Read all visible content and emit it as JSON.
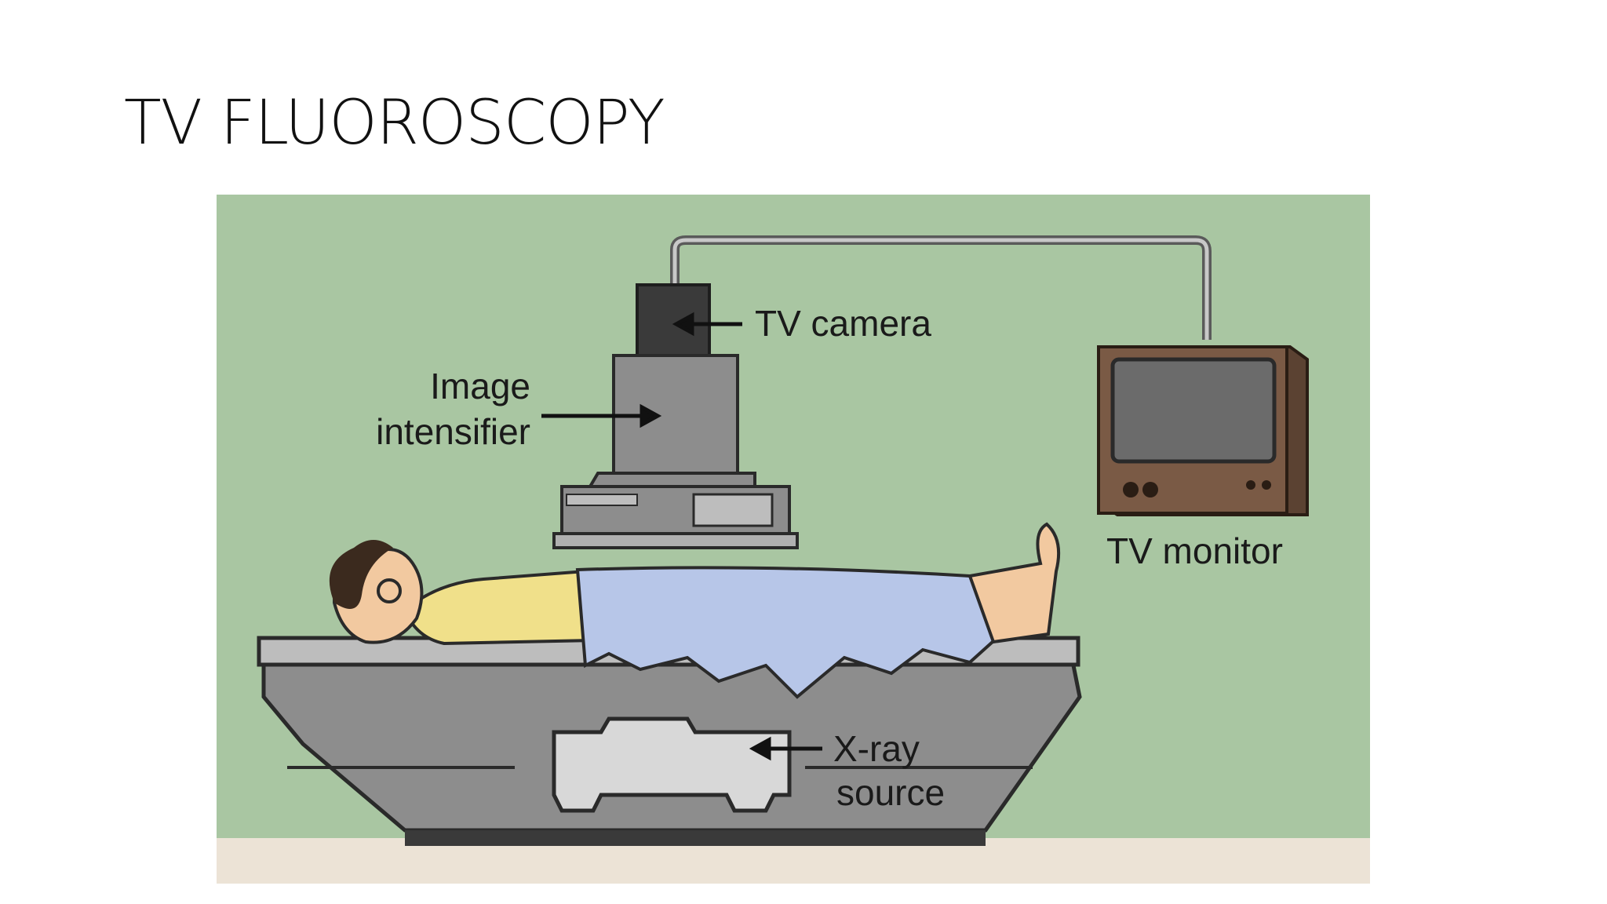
{
  "slide": {
    "title": "TV FLUOROSCOPY"
  },
  "figure": {
    "labels": {
      "tv_camera": "TV camera",
      "image_intensifier_line1": "Image",
      "image_intensifier_line2": "intensifier",
      "tv_monitor": "TV monitor",
      "xray_source_line1": "X-ray",
      "xray_source_line2": "source"
    },
    "colors": {
      "background": "#a9c6a2",
      "equipment_gray": "#8d8d8d",
      "camera": "#3a3a3a",
      "monitor_case": "#7a5a45",
      "sheet": "#b7c6e8",
      "shirt": "#f0e08a",
      "skin": "#f2c9a0"
    }
  }
}
